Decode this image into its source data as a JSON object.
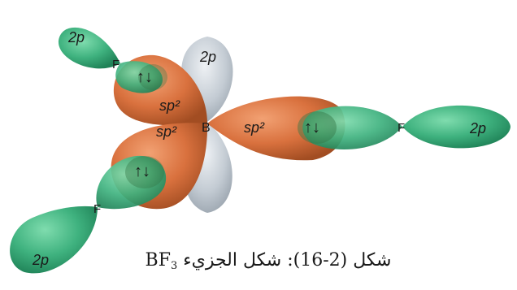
{
  "diagram": {
    "atoms": {
      "boron": "B",
      "fluorine_top": "F",
      "fluorine_right": "F",
      "fluorine_bottom": "F"
    },
    "orbital_labels": {
      "p_top_left": "2p",
      "p_center_top": "2p",
      "p_right": "2p",
      "p_bottom_left": "2p",
      "sp2_upper": "sp²",
      "sp2_middle": "sp²",
      "sp2_right": "sp²"
    },
    "electron_pairs": {
      "upper": "↑↓",
      "right": "↑↓",
      "lower": "↑↓"
    },
    "colors": {
      "sp2_hybrid": "#d9713e",
      "fluorine_p": "#3fb27f",
      "empty_p": "#c3cbd3"
    }
  },
  "caption": {
    "text_arabic": "شكل (2-16): شكل الجزيء",
    "formula_base": "BF",
    "formula_sub": "3"
  }
}
